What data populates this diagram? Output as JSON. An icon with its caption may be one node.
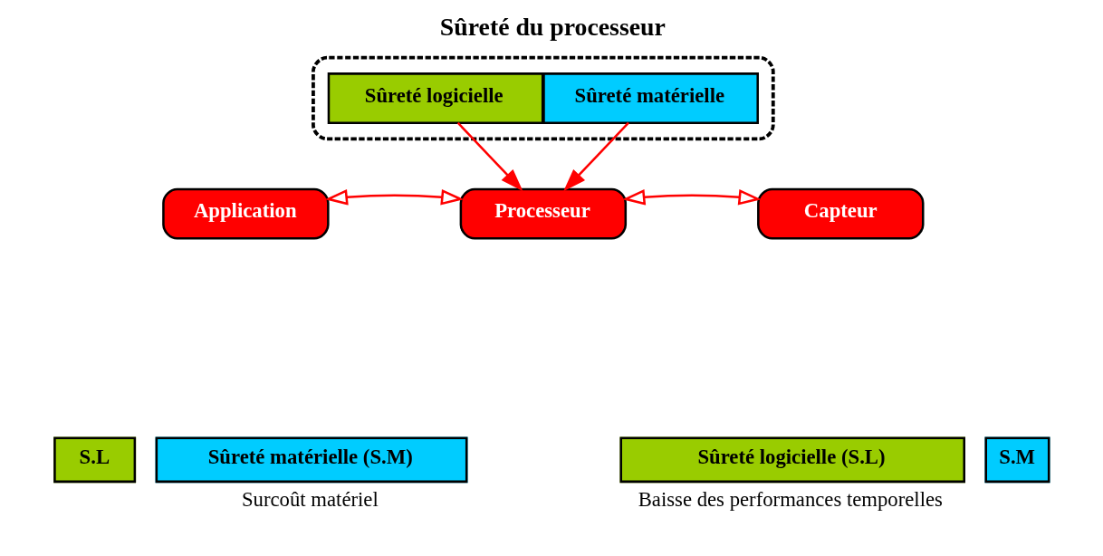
{
  "diagram": {
    "title": "Sûreté du processeur",
    "nodes": [
      {
        "text": [],
        "shape": "box"
      },
      {
        "text": [
          "Sûreté logicielle"
        ],
        "in": 0
      },
      {
        "text": [
          "Sûreté matérielle"
        ],
        "in": 0
      },
      {
        "text": [
          "Application"
        ]
      },
      {
        "text": [
          "Processeur"
        ]
      },
      {
        "text": [
          "Capteur"
        ]
      },
      {
        "text": [
          "S.L"
        ]
      },
      {
        "text": [
          "Sûreté matérielle (S.M)"
        ],
        "beside": [
          "Surcoût matériel"
        ]
      },
      {
        "text": [
          "Sûreté logicielle (S.L)"
        ],
        "beside": [
          "Baisse des performances temporelles"
        ]
      },
      {
        "text": [
          "S.M"
        ]
      }
    ],
    "edges": [
      {
        "from": 1,
        "to": 4,
        "arrow": "to"
      },
      {
        "from": 2,
        "to": 4,
        "arrow": "to"
      },
      {
        "from": 3,
        "to": 4,
        "arrow": "both"
      },
      {
        "from": 4,
        "to": 5,
        "arrow": "both"
      }
    ]
  }
}
